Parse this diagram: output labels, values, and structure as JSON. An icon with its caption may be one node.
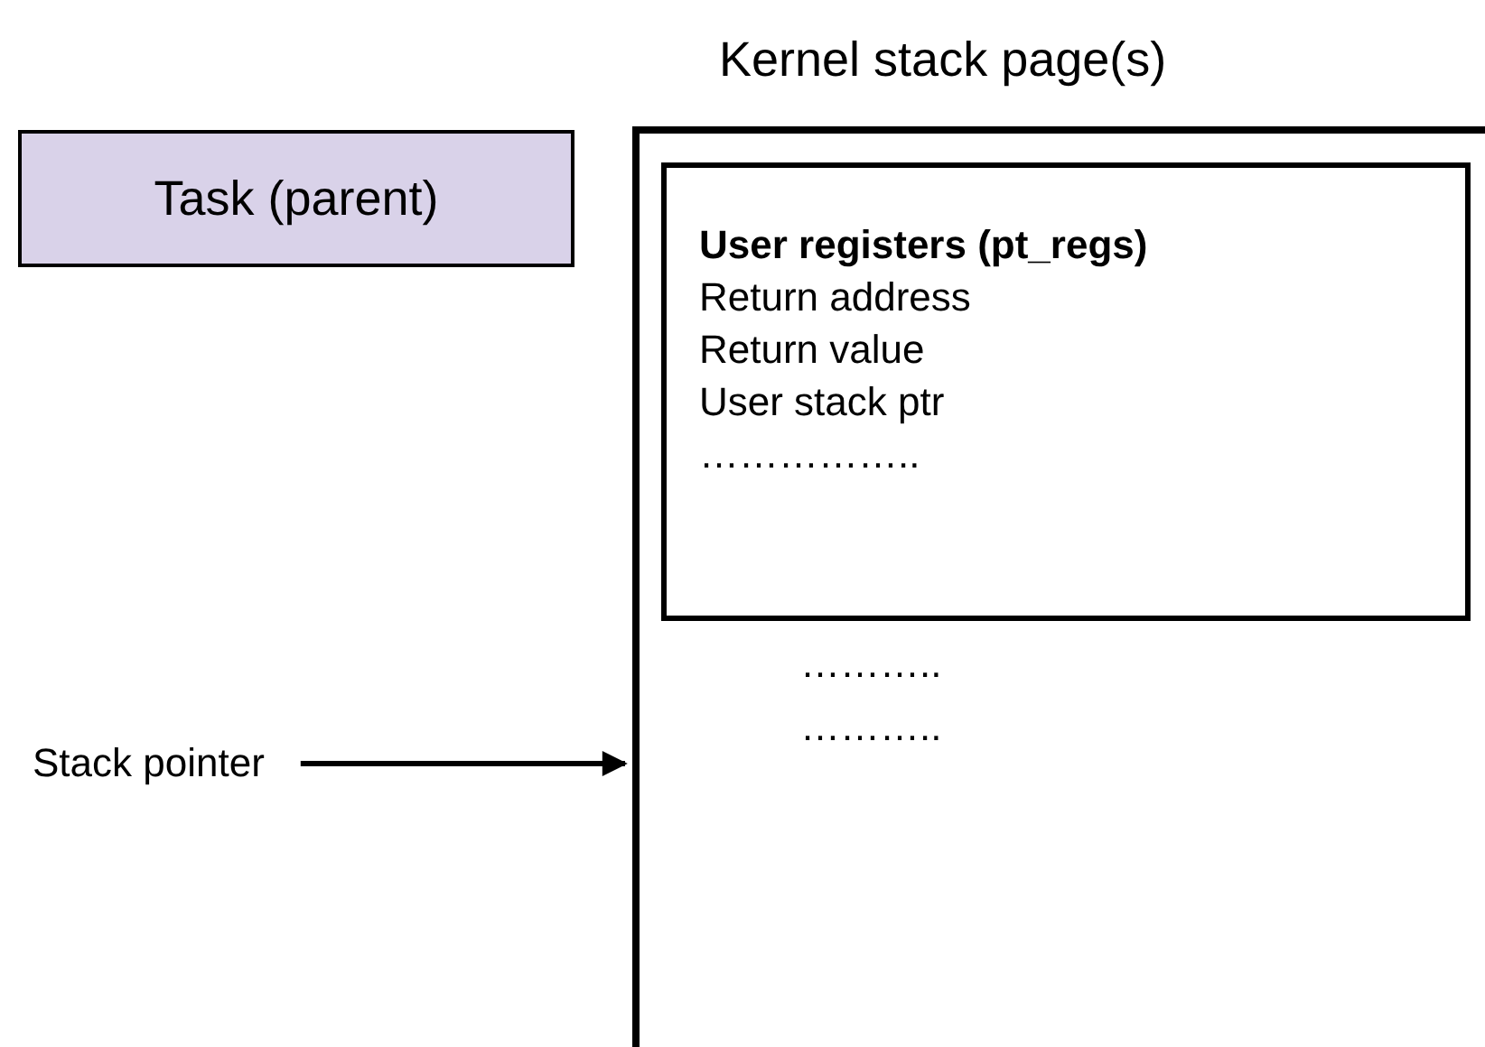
{
  "diagram": {
    "nodes": [
      {
        "text": [
          "Task (parent)"
        ]
      },
      {
        "text": [
          "Kernel stack page(s)"
        ]
      },
      {
        "text": [
          "User registers (pt_regs)",
          "Return address",
          "Return value",
          "User stack ptr",
          "…………….."
        ],
        "in": 1
      },
      {
        "text": [
          "Stack pointer"
        ]
      }
    ],
    "edges": [
      {
        "from": 3,
        "to": 1,
        "arrow": "to"
      }
    ],
    "labels": [
      "………..",
      "……….."
    ]
  }
}
